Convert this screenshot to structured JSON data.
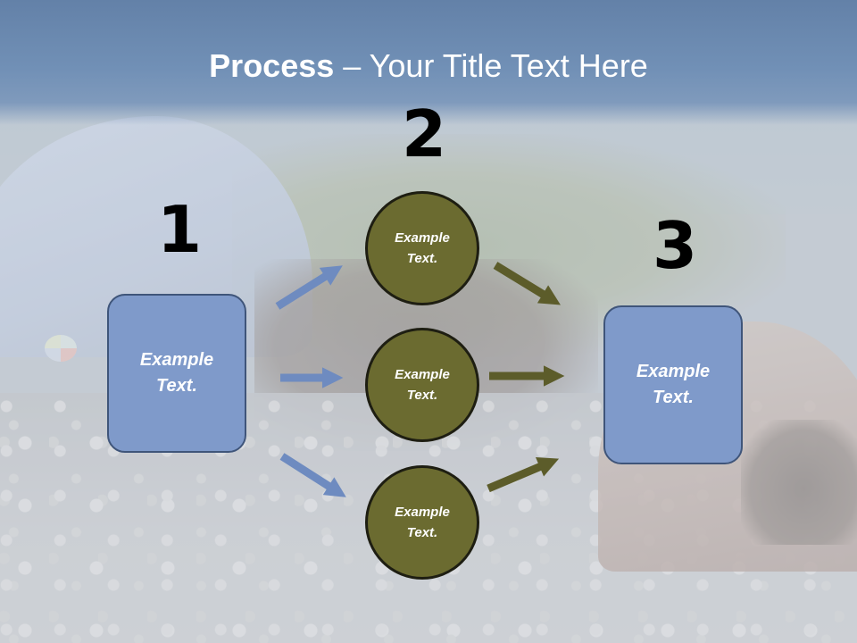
{
  "slide": {
    "title_bold": "Process",
    "title_rest": " – Your Title Text Here",
    "steps": [
      {
        "number": "1",
        "box_label": "Example\nText."
      },
      {
        "number": "2",
        "circles": [
          {
            "label": "Example\nText."
          },
          {
            "label": "Example\nText."
          },
          {
            "label": "Example\nText."
          }
        ]
      },
      {
        "number": "3",
        "box_label": "Example\nText."
      }
    ]
  },
  "colors": {
    "header": "#6b88b0",
    "box_fill": "#7f9aca",
    "box_border": "#3f557a",
    "circle_fill": "#6b6b30",
    "circle_border": "#1e1e12",
    "arrow_blue": "#6e8bc0",
    "arrow_olive": "#5c5c2a"
  }
}
